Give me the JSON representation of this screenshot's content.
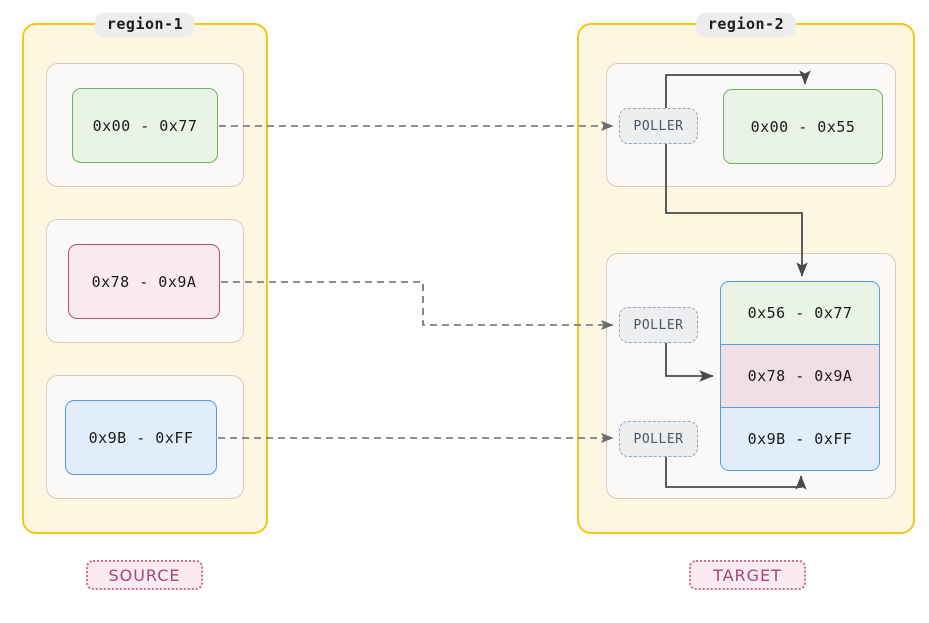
{
  "diagram": {
    "title_hidden": "",
    "regions": [
      {
        "id": "region-1",
        "label": "region-1",
        "legend": "SOURCE",
        "cards": [
          {
            "chip": "0x00 - 0x77",
            "color": "green"
          },
          {
            "chip": "0x78 - 0x9A",
            "color": "pink"
          },
          {
            "chip": "0x9B - 0xFF",
            "color": "blue"
          }
        ]
      },
      {
        "id": "region-2",
        "label": "region-2",
        "legend": "TARGET",
        "poller_label": "POLLER",
        "cards": [
          {
            "poller": "POLLER",
            "chips": [
              {
                "text": "0x00 - 0x55",
                "color": "green"
              }
            ]
          },
          {
            "pollers": [
              "POLLER",
              "POLLER"
            ],
            "stack": [
              {
                "text": "0x56 - 0x77",
                "color": "green"
              },
              {
                "text": "0x78 - 0x9A",
                "color": "pink"
              },
              {
                "text": "0x9B - 0xFF",
                "color": "blue"
              }
            ]
          }
        ]
      }
    ],
    "colors": {
      "region_fill": "#fdf6e0",
      "region_border": "#f5c518",
      "card_fill": "#faf9f8",
      "card_border": "#ddc9c0",
      "green_fill": "#e9f4e6",
      "green_border": "#6eb265",
      "pink_fill": "#fae9ef",
      "pink_border": "#b2506f",
      "blue_fill": "#e2edfb",
      "blue_border": "#5a9bdd",
      "poller_fill": "#eceef0",
      "poller_border": "#92a9c4",
      "wire_dashed": "#6b6b6b",
      "wire_solid": "#4a4a4a",
      "legend_fill": "#fbeaf1",
      "legend_border": "#c9728f",
      "legend_text": "#a04a72"
    }
  }
}
